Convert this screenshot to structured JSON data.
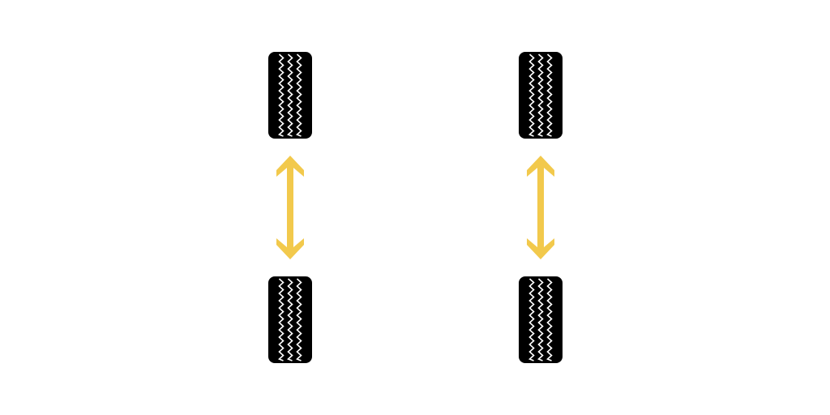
{
  "diagram": {
    "description_items": [
      {
        "name": "tire-front-left",
        "kind": "tire"
      },
      {
        "name": "tire-front-right",
        "kind": "tire"
      },
      {
        "name": "tire-rear-left",
        "kind": "tire"
      },
      {
        "name": "tire-rear-right",
        "kind": "tire"
      },
      {
        "name": "rotation-arrow-left",
        "kind": "double-headed-vertical-arrow"
      },
      {
        "name": "rotation-arrow-right",
        "kind": "double-headed-vertical-arrow"
      }
    ],
    "colors": {
      "background": "#ffffff",
      "tire": "#000000",
      "tread": "#ffffff",
      "arrow": "#f2c94c"
    }
  }
}
